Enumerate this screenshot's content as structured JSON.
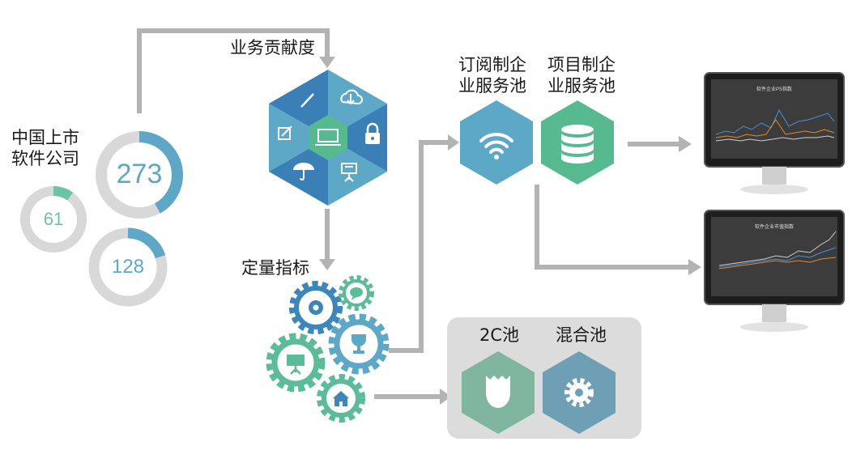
{
  "labels": {
    "listed_companies": [
      "中国上市",
      "软件公司"
    ],
    "business_contribution": "业务贡献度",
    "quantitative_indicators": "定量指标",
    "subscription_pool": [
      "订阅制企",
      "业服务池"
    ],
    "project_pool": [
      "项目制企",
      "业服务池"
    ],
    "pool_2c": "2C池",
    "mixed_pool": "混合池"
  },
  "counts": [
    {
      "name": "main",
      "value": "273",
      "fraction": 0.42
    },
    {
      "name": "small",
      "value": "61",
      "fraction": 0.1
    },
    {
      "name": "medium",
      "value": "128",
      "fraction": 0.2
    }
  ],
  "monitors": [
    {
      "chart_title": "软件企业PS指数"
    },
    {
      "chart_title": "软件企业市值指数"
    }
  ],
  "colors": {
    "ring_track": "#d8d8d8",
    "ring_blue": "#5fa7c6",
    "ring_teal": "#6cc4a4",
    "arrow_gray": "#b3b3b3",
    "hex_blue": "#3a7fb5",
    "hex_light_blue": "#5ea8c7",
    "hex_teal": "#56b98f",
    "gear_blue": "#3c86b9",
    "gear_teal": "#5cbc99",
    "pool_box": "#dcdcdc",
    "pool_2c_hex": "#80b59f",
    "pool_mixed_hex": "#6e9fb5"
  },
  "icons": {
    "hex_cluster": [
      "pencil-icon",
      "cloud-download-icon",
      "edit-icon",
      "laptop-icon",
      "lock-icon",
      "umbrella-icon",
      "presentation-icon"
    ],
    "gears": [
      "settings-icon",
      "chat-icon",
      "trophy-icon",
      "presentation-icon",
      "home-icon"
    ],
    "pools": [
      "wifi-icon",
      "database-icon",
      "shield-icon",
      "gear-icon"
    ]
  }
}
